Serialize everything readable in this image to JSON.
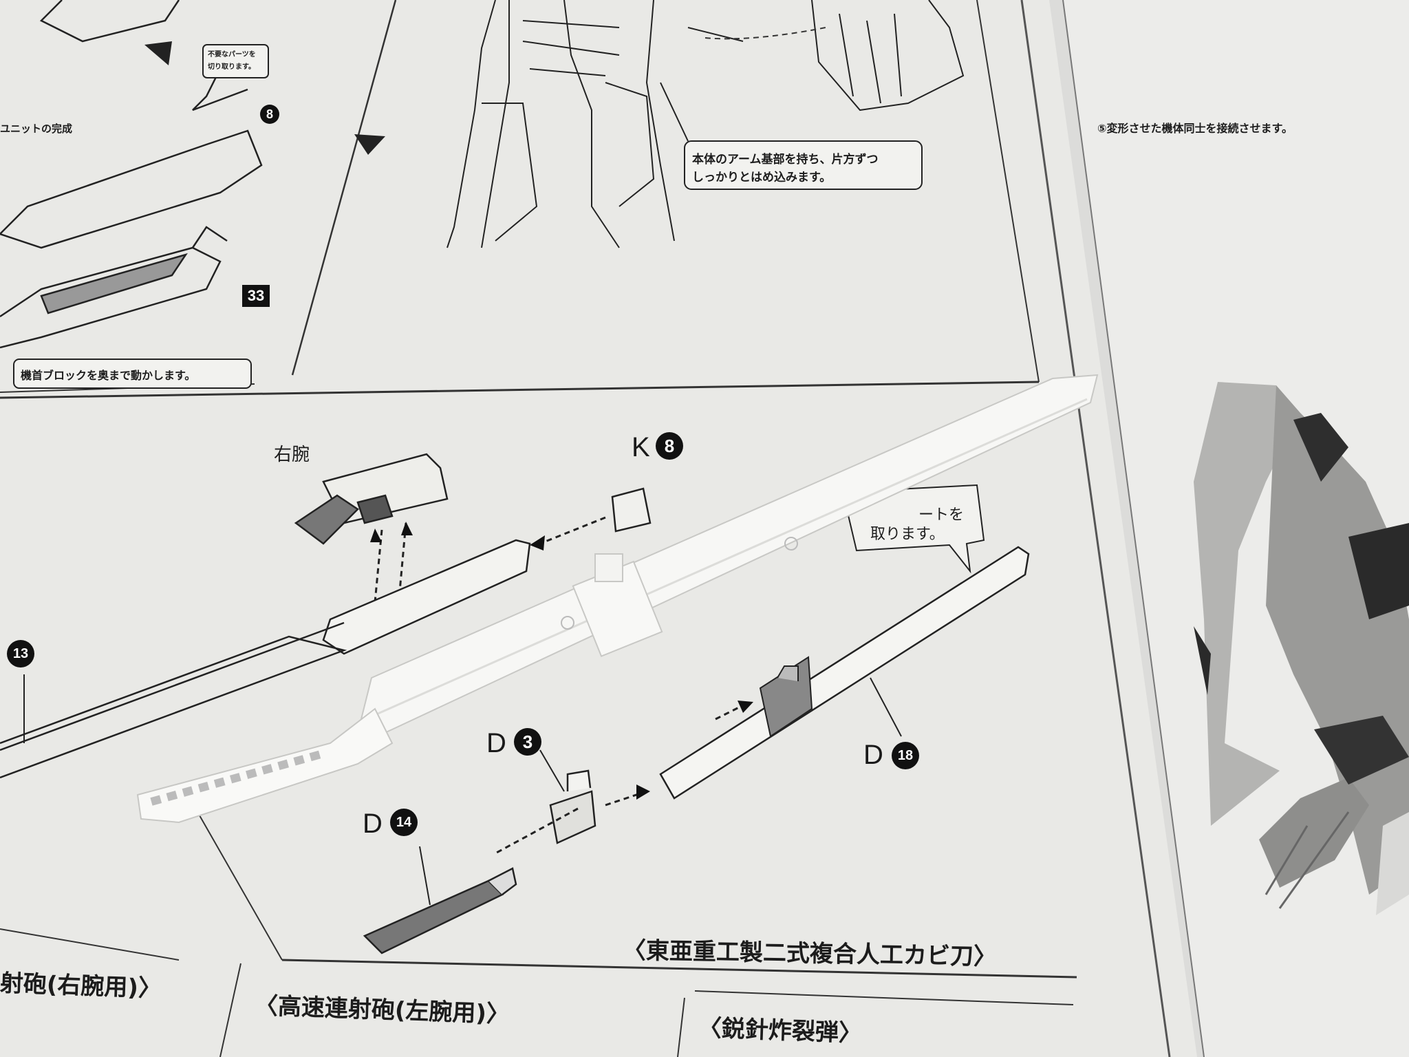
{
  "manual": {
    "step_notes": {
      "arm_base": [
        "本体のアーム基部を持ち、片方ずつ",
        "しっかりとはめ込みます。"
      ],
      "nose_block": "機首ブロックを奥まで動かします。",
      "unit_done": "ユニットの完成",
      "connect": "⑤変形させた機体同士を接続させます。",
      "remove_parts_top": [
        "不要なパーツを",
        "切り取ります。"
      ],
      "remove_parts_mid": [
        "ートを",
        "取ります。"
      ]
    },
    "labels": {
      "right_arm": "右腕",
      "sec_sword": "〈東亜重工製二式複合人工カビ刀〉",
      "sec_right_cannon": "射砲(右腕用)〉",
      "sec_left_cannon": "〈高速連射砲(左腕用)〉",
      "sec_needle": "〈鋭針炸裂弾〉"
    },
    "part_refs": {
      "k8": {
        "letter": "K",
        "num": "8"
      },
      "d3": {
        "letter": "D",
        "num": "3"
      },
      "d14": {
        "letter": "D",
        "num": "14"
      },
      "d18": {
        "letter": "D",
        "num": "18"
      },
      "n13": "13",
      "n33": "33",
      "n8": "8"
    }
  }
}
